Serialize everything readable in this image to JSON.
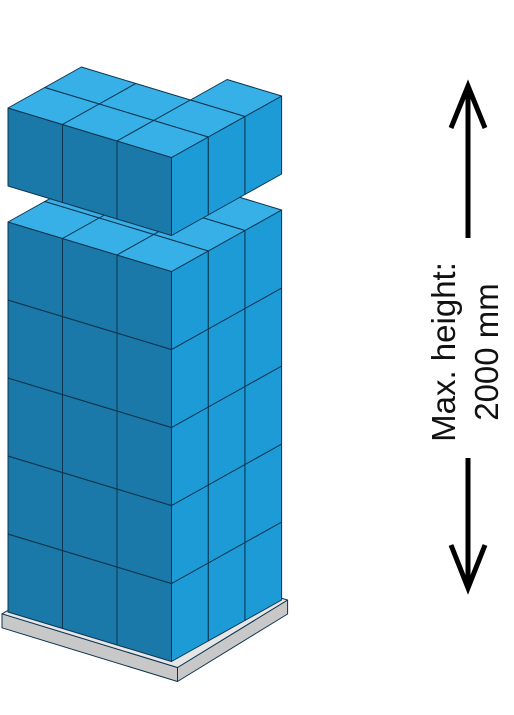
{
  "diagram": {
    "label_line1": "Max. height:",
    "label_line2": "2000 mm",
    "pallet": {
      "tiers_below_gap": 5,
      "tiers_above_gap": 1,
      "grid_columns_front": 3,
      "grid_columns_side": 3,
      "top_layer_missing_cubes": 2
    },
    "colors": {
      "cube_front": "#1a79a8",
      "cube_side": "#1c9bd6",
      "cube_top": "#36b0e7",
      "edge": "#0d3550",
      "pallet_top": "#e6e6e6",
      "pallet_side": "#c8c8c8",
      "arrow": "#000000"
    }
  }
}
